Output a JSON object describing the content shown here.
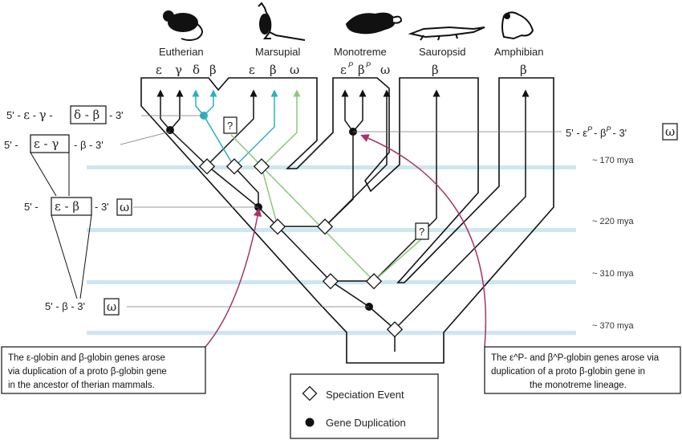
{
  "taxa": [
    {
      "name": "Eutherian",
      "icon": "mouse-icon"
    },
    {
      "name": "Marsupial",
      "icon": "kangaroo-icon"
    },
    {
      "name": "Monotreme",
      "icon": "platypus-icon"
    },
    {
      "name": "Sauropsid",
      "icon": "crocodile-icon"
    },
    {
      "name": "Amphibian",
      "icon": "frog-icon"
    }
  ],
  "genes_top": {
    "eutherian": [
      "ε",
      "γ",
      "δ",
      "β"
    ],
    "marsupial": [
      "ε",
      "β",
      "ω"
    ],
    "monotreme": [
      "ε",
      "β",
      "ω"
    ],
    "monotreme_sup": "P",
    "sauropsid": [
      "β"
    ],
    "amphibian": [
      "β"
    ]
  },
  "clusters": {
    "c1": {
      "prefix": "5' -",
      "parts": [
        "ε",
        "-",
        "γ",
        "-"
      ],
      "boxed": "δ - β",
      "suffix": "- 3'"
    },
    "c2": {
      "prefix": "5' -",
      "boxed": "ε - γ",
      "mid": "- β - 3'"
    },
    "c3": {
      "prefix": "5' -",
      "boxed": "ε - β",
      "suffix": "- 3'",
      "omega": "ω"
    },
    "c4": {
      "prefix": "5' - β - 3'",
      "omega": "ω"
    },
    "mono": {
      "prefix": "5' - ε",
      "sup": "P",
      "mid": "- β",
      "suffix": "- 3'",
      "omega": "ω"
    }
  },
  "question_mark": "?",
  "mya_labels": [
    "~ 170 mya",
    "~ 220 mya",
    "~ 310 mya",
    "~ 370 mya"
  ],
  "notes": {
    "left": [
      "The ε-globin and β-globin genes arose",
      "via duplication of a proto β-globin gene",
      "in the ancestor of therian mammals."
    ],
    "right": [
      "The  ε^P- and β^P-globin genes arose via",
      "duplication of a proto β-globin gene in",
      "the monotreme lineage."
    ]
  },
  "legend": {
    "speciation": "Speciation Event",
    "duplication": "Gene Duplication"
  },
  "colors": {
    "cyan": "#2ab0c0",
    "green": "#8cc87a",
    "band": "#cde6ef",
    "arrow_pink": "#a8336a",
    "ink": "#111111"
  }
}
